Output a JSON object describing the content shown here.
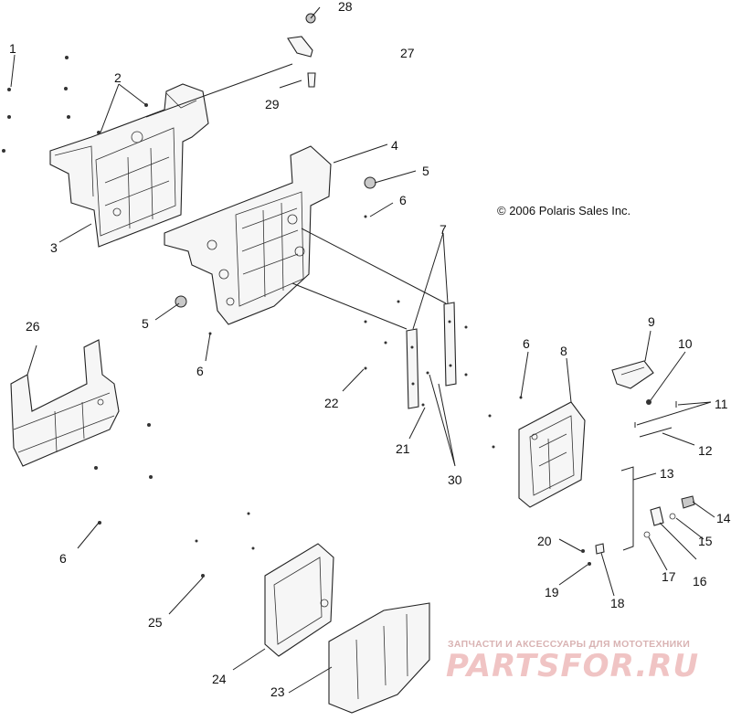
{
  "copyright": "© 2006 Polaris Sales Inc.",
  "watermark": {
    "tagline": "ЗАПЧАСТИ И АКСЕССУАРЫ ДЛЯ МОТОТЕХНИКИ",
    "brand": "PARTSFOR.RU"
  },
  "callouts": {
    "c1": "1",
    "c2": "2",
    "c3": "3",
    "c4": "4",
    "c5a": "5",
    "c5b": "5",
    "c6a": "6",
    "c6b": "6",
    "c6c": "6",
    "c6d": "6",
    "c7": "7",
    "c8": "8",
    "c9": "9",
    "c10": "10",
    "c11": "11",
    "c12": "12",
    "c13": "13",
    "c14": "14",
    "c15": "15",
    "c16": "16",
    "c17": "17",
    "c18": "18",
    "c19": "19",
    "c20": "20",
    "c21": "21",
    "c22": "22",
    "c23": "23",
    "c24": "24",
    "c25": "25",
    "c26": "26",
    "c27": "27",
    "c28": "28",
    "c29": "29",
    "c30": "30"
  }
}
